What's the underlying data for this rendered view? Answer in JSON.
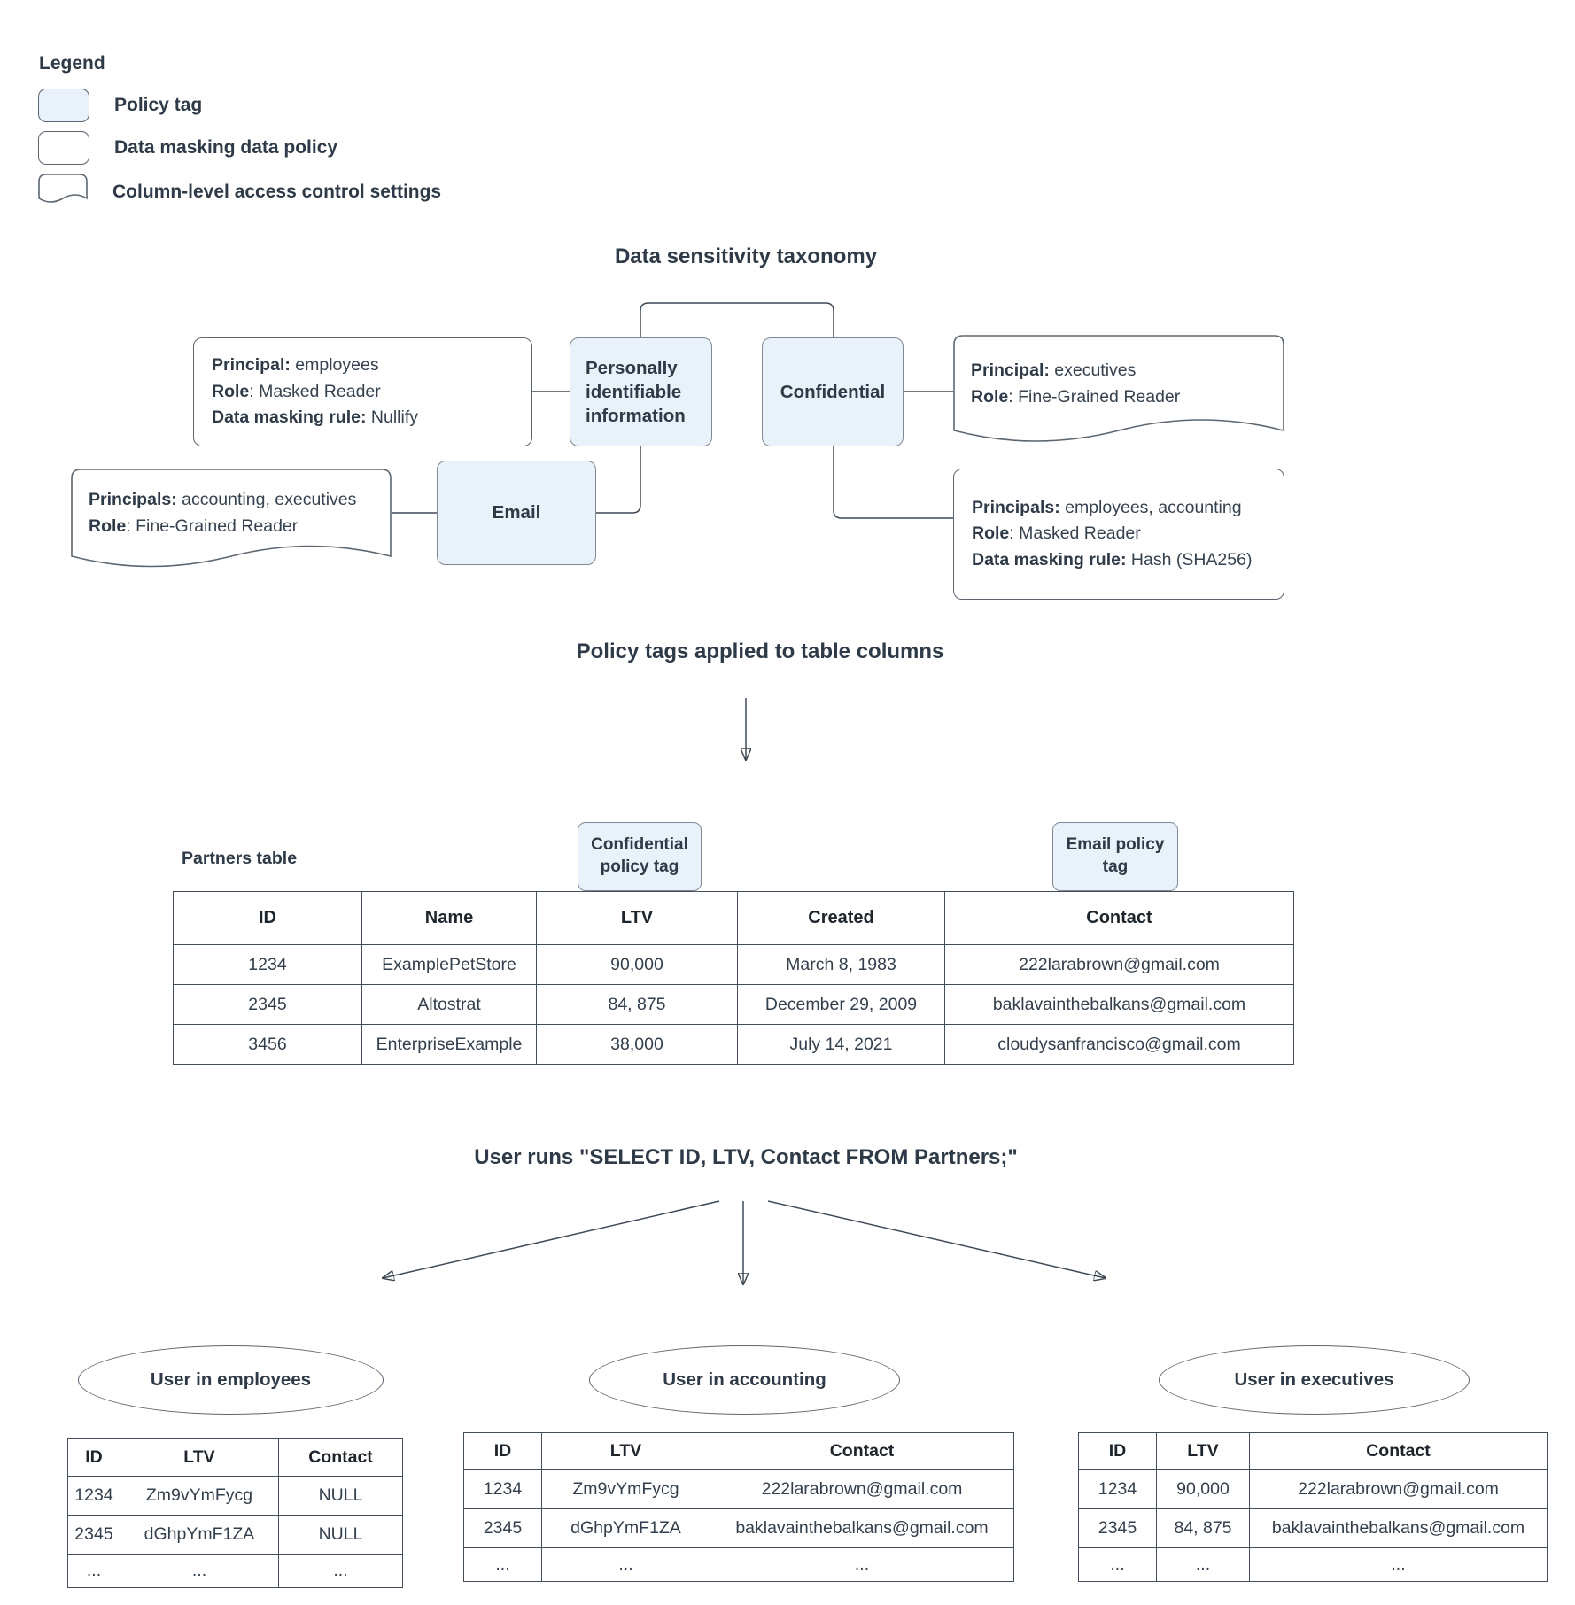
{
  "palette": {
    "policy_tag_fill": "#e9f1fb",
    "node_border": "#7f8994",
    "box_border": "#5c6670",
    "line_color": "#3f4a56",
    "text_color": "#2e3a47"
  },
  "legend": {
    "title": "Legend",
    "items": [
      {
        "swatch": "policy-tag-swatch",
        "label": "Policy tag"
      },
      {
        "swatch": "data-masking-policy-swatch",
        "label": "Data masking data policy"
      },
      {
        "swatch": "column-access-swatch",
        "label": "Column-level access control settings"
      }
    ]
  },
  "taxonomy": {
    "title": "Data sensitivity taxonomy",
    "pii_tag": "Personally identifiable information",
    "confidential_tag": "Confidential",
    "email_tag": "Email",
    "notes": {
      "nullify": [
        {
          "b": "Principal:",
          "r": " employees"
        },
        {
          "b": "Role",
          "r": ": Masked Reader"
        },
        {
          "b": "Data masking rule:",
          "r": " Nullify"
        }
      ],
      "executives": [
        {
          "b": "Principal:",
          "r": " executives"
        },
        {
          "b": "Role",
          "r": ": Fine-Grained Reader"
        }
      ],
      "accounting": [
        {
          "b": "Principals:",
          "r": " accounting, executives"
        },
        {
          "b": "Role",
          "r": ": Fine-Grained Reader"
        }
      ],
      "hash": [
        {
          "b": "Principals:",
          "r": " employees, accounting"
        },
        {
          "b": "Role",
          "r": ": Masked Reader"
        },
        {
          "b": "Data masking rule:",
          "r": " Hash (SHA256)"
        }
      ]
    }
  },
  "applied": {
    "title": "Policy tags applied to table columns",
    "table_label": "Partners table",
    "confidential_chip": "Confidential policy tag",
    "email_chip": "Email policy tag",
    "partners_table": {
      "headers": [
        "ID",
        "Name",
        "LTV",
        "Created",
        "Contact"
      ],
      "rows": [
        [
          "1234",
          "ExamplePetStore",
          "90,000",
          "March 8, 1983",
          "222larabrown@gmail.com"
        ],
        [
          "2345",
          "Altostrat",
          "84, 875",
          "December 29, 2009",
          "baklavainthebalkans@gmail.com"
        ],
        [
          "3456",
          "EnterpriseExample",
          "38,000",
          "July 14, 2021",
          "cloudysanfrancisco@gmail.com"
        ]
      ]
    }
  },
  "query": {
    "title": "User runs \"SELECT ID, LTV, Contact FROM Partners;\"",
    "results": [
      {
        "group": "User in employees",
        "table": {
          "headers": [
            "ID",
            "LTV",
            "Contact"
          ],
          "rows": [
            [
              "1234",
              "Zm9vYmFycg",
              "NULL"
            ],
            [
              "2345",
              "dGhpYmF1ZA",
              "NULL"
            ],
            [
              "...",
              "...",
              "..."
            ]
          ]
        }
      },
      {
        "group": "User in accounting",
        "table": {
          "headers": [
            "ID",
            "LTV",
            "Contact"
          ],
          "rows": [
            [
              "1234",
              "Zm9vYmFycg",
              "222larabrown@gmail.com"
            ],
            [
              "2345",
              "dGhpYmF1ZA",
              "baklavainthebalkans@gmail.com"
            ],
            [
              "...",
              "...",
              "..."
            ]
          ]
        }
      },
      {
        "group": "User in executives",
        "table": {
          "headers": [
            "ID",
            "LTV",
            "Contact"
          ],
          "rows": [
            [
              "1234",
              "90,000",
              "222larabrown@gmail.com"
            ],
            [
              "2345",
              "84, 875",
              "baklavainthebalkans@gmail.com"
            ],
            [
              "...",
              "...",
              "..."
            ]
          ]
        }
      }
    ]
  }
}
